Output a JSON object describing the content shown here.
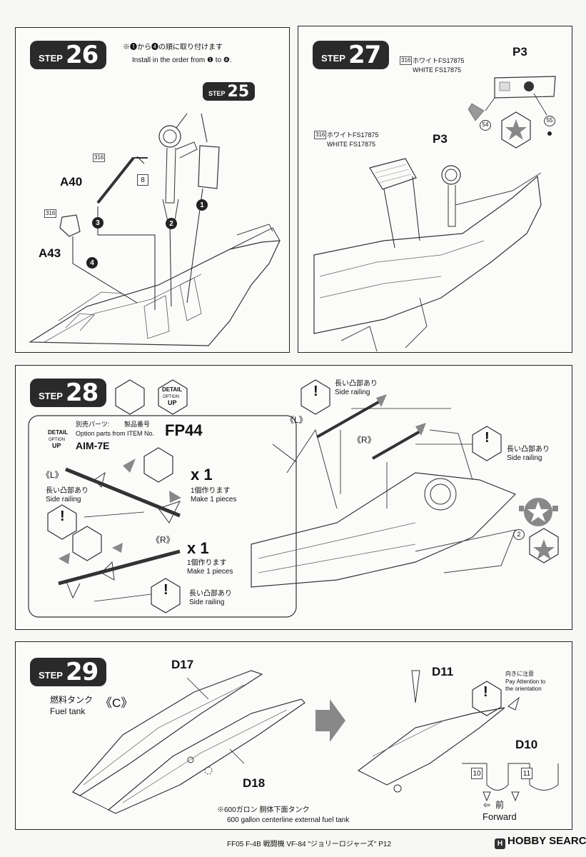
{
  "step26": {
    "label_word": "STEP",
    "label_num": "26",
    "note_jp": "※❶から❹の順に取り付けます",
    "note_en": "Install in the order from ❶ to ❹.",
    "ref_word": "STEP",
    "ref_num": "25",
    "parts": [
      "A40",
      "A43"
    ],
    "paint": [
      "316",
      "316"
    ],
    "box_num": "8",
    "callouts": [
      "1",
      "2",
      "3",
      "4"
    ]
  },
  "step27": {
    "label_word": "STEP",
    "label_num": "27",
    "paint_top": {
      "code": "316",
      "jp": "ホワイトFS17875",
      "en": "WHITE FS17875"
    },
    "paint_mid": {
      "code": "316",
      "jp": "ホワイトFS17875",
      "en": "WHITE FS17875"
    },
    "parts": [
      "P3",
      "P3"
    ],
    "decals": [
      "54",
      "55"
    ]
  },
  "step28": {
    "label_word": "STEP",
    "label_num": "28",
    "option": {
      "detail_top": "DETAIL",
      "detail_mid": "OPTION",
      "detail_bot": "UP",
      "jp": "別売パーツ:",
      "jp2": "製品番号",
      "en": "Option parts from ITEM No.",
      "item": "FP44",
      "missile": "AIM-7E",
      "left_label": "《L》",
      "right_label": "《R》",
      "qty1": "x 1",
      "qty2": "x 1",
      "make_jp": "1個作ります",
      "make_en": "Make 1 pieces",
      "rail_jp": "長い凸部あり",
      "rail_en": "Side railing"
    },
    "main": {
      "left_label": "《L》",
      "right_label": "《R》",
      "rail_jp": "長い凸部あり",
      "rail_en": "Side railing",
      "decal": "2"
    }
  },
  "step29": {
    "label_word": "STEP",
    "label_num": "29",
    "tank_jp": "燃料タンク",
    "tank_en": "Fuel tank",
    "tank_code": "《C》",
    "parts": [
      "D17",
      "D18",
      "D11",
      "D10"
    ],
    "attention_jp": "向きに注意",
    "attention_en1": "Pay Attention to",
    "attention_en2": "the orientation",
    "tank_note_jp": "※600ガロン 胴体下面タンク",
    "tank_note_en": "600 gallon centerline external fuel tank",
    "box_left": "10",
    "box_right": "11",
    "forward_jp": "前",
    "forward_en": "Forward"
  },
  "footer": {
    "caption": "FF05 F-4B 戦闘機 VF-84 \"ジョリーロジャーズ\" P12",
    "brand": "HOBBY SEARCH",
    "brand_mark": "H"
  }
}
